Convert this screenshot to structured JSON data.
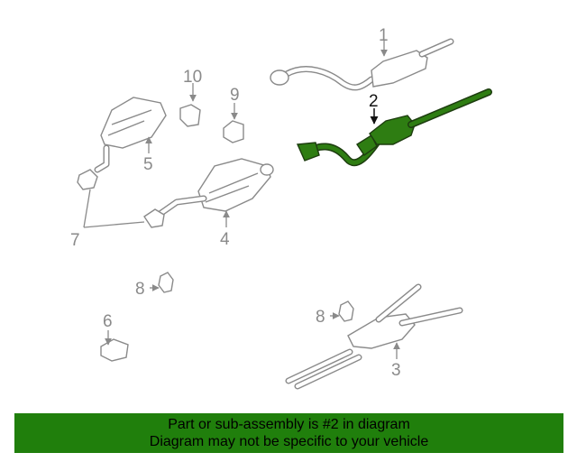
{
  "callouts": {
    "c1": "1",
    "c2": "2",
    "c3": "3",
    "c4": "4",
    "c5": "5",
    "c6": "6",
    "c7": "7",
    "c8a": "8",
    "c8b": "8",
    "c9": "9",
    "c10": "10"
  },
  "highlighted_callout": "2",
  "colors": {
    "highlight": "#2e7d12",
    "banner": "#207f0c",
    "line": "#8a8a8a"
  },
  "banner": {
    "line1": "Part or sub-assembly is #2 in diagram",
    "line2": "Diagram may not be specific to your vehicle"
  }
}
